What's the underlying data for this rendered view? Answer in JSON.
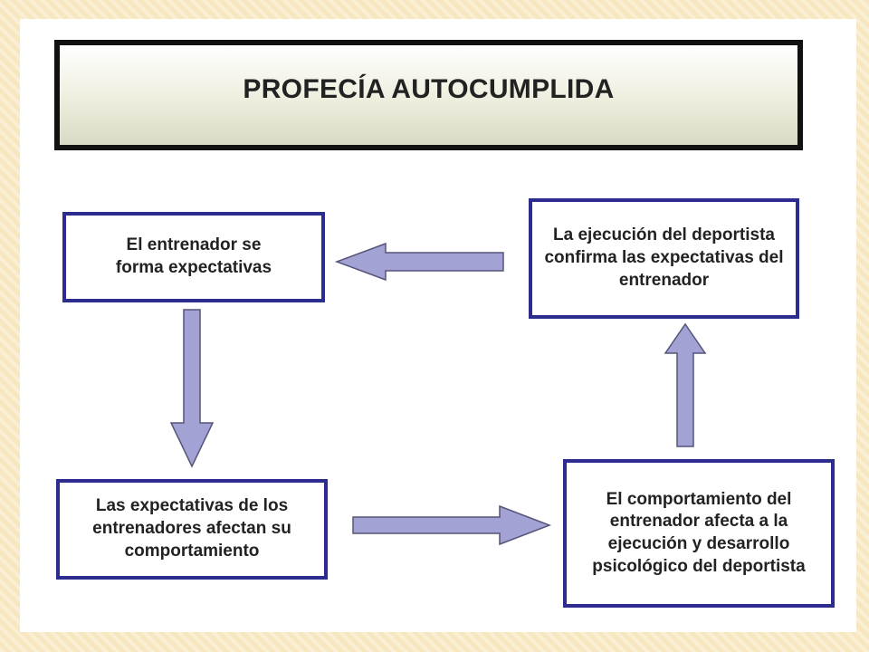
{
  "title": "PROFECÍA AUTOCUMPLIDA",
  "nodes": [
    {
      "id": "coach-forms-expectations",
      "text": "El entrenador se forma expectativas"
    },
    {
      "id": "athlete-performance-confirms",
      "text": "La ejecución del deportista confirma las expectativas del entrenador"
    },
    {
      "id": "expectations-affect-behavior",
      "text": "Las expectativas de los entrenadores afectan su comportamiento"
    },
    {
      "id": "behavior-affects-performance",
      "text": "El comportamiento del entrenador afecta a la ejecución y desarrollo psicológico del deportista"
    }
  ],
  "edges": [
    {
      "from": "coach-forms-expectations",
      "to": "expectations-affect-behavior",
      "direction": "down"
    },
    {
      "from": "expectations-affect-behavior",
      "to": "behavior-affects-performance",
      "direction": "right"
    },
    {
      "from": "behavior-affects-performance",
      "to": "athlete-performance-confirms",
      "direction": "up"
    },
    {
      "from": "athlete-performance-confirms",
      "to": "coach-forms-expectations",
      "direction": "left"
    }
  ],
  "colors": {
    "box_border": "#2c2c8e",
    "arrow_fill": "#a2a2d4",
    "arrow_stroke": "#55557a",
    "title_border": "#111111"
  }
}
